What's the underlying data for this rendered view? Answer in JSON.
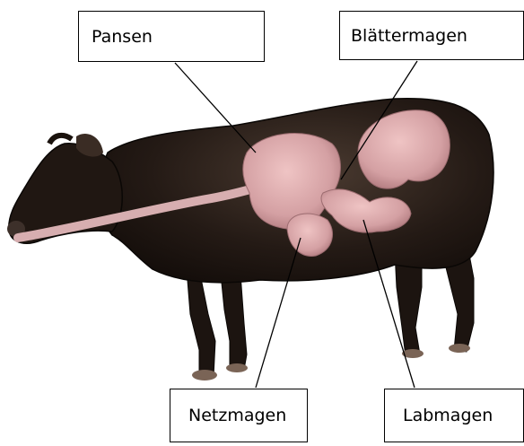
{
  "labels": {
    "pansen": "Pansen",
    "blaettermagen": "Blättermagen",
    "netzmagen": "Netzmagen",
    "labmagen": "Labmagen"
  },
  "colors": {
    "cow_body": "#2b1f1a",
    "organ_pink": "#d9a8aa",
    "organ_shadow": "#b98286",
    "leader_line": "#000000",
    "box_border": "#000000"
  }
}
